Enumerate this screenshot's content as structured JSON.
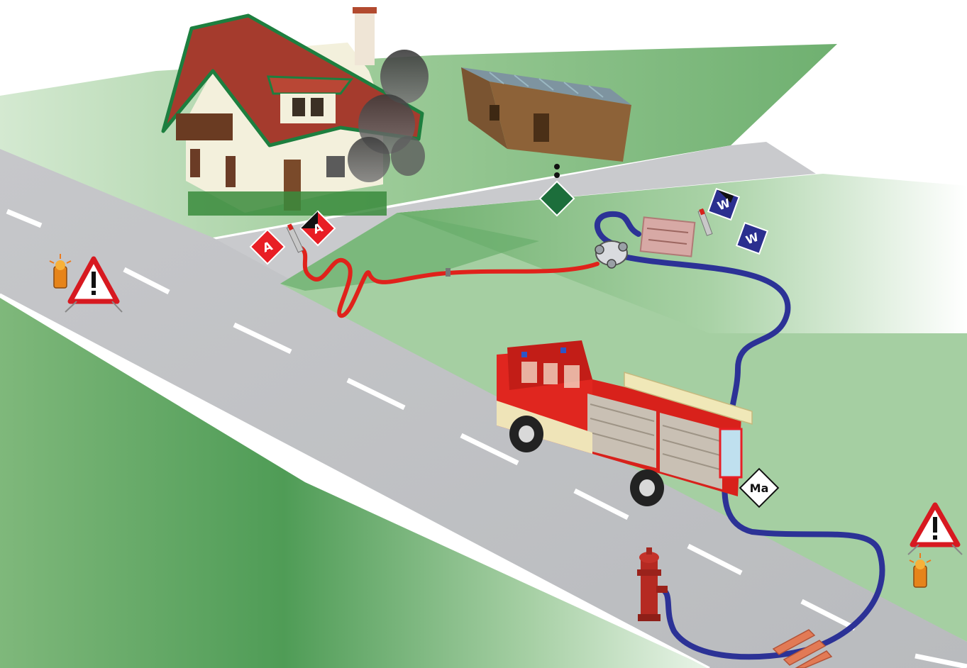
{
  "scene": {
    "markers": {
      "attack_front": "A",
      "attack_back": "A",
      "water_top": "W",
      "water_bottom": "W",
      "machinist": "Ma"
    },
    "colors": {
      "grass_light": "#cfe6cc",
      "grass_mid": "#8dc08a",
      "grass_dark": "#4f9c56",
      "road": "#c3c4c7",
      "road_edge": "#d9dadc",
      "attack_hose": "#e0221b",
      "supply_hose": "#2c3296",
      "attack_marker": "#e81e25",
      "water_marker": "#2b2f8f",
      "machinist_marker": "#ffffff",
      "group_marker": "#1c6e3b",
      "truck_red": "#d8211b",
      "hydrant_red": "#b52a22",
      "warning_red": "#d71920"
    },
    "icons": [
      "warning-triangle-icon",
      "warning-lamp-icon",
      "house-icon",
      "smoke-icon",
      "shed-icon",
      "fire-truck-icon",
      "distributor-icon",
      "hydrant-icon",
      "nozzle-icon",
      "hose-bridge-icon"
    ]
  }
}
